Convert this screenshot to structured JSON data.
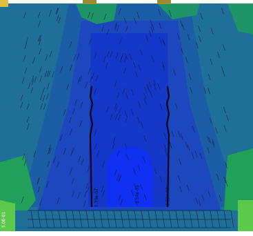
{
  "diagram": {
    "labels": [
      "5.33e-02",
      "2.54e-03",
      "5.32e-02",
      "5.0E-01"
    ]
  }
}
